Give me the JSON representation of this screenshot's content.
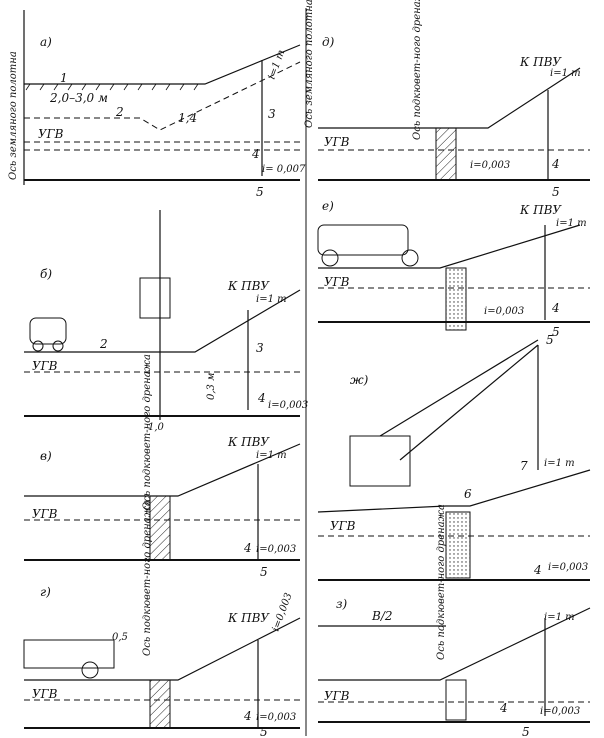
{
  "panels": {
    "a": {
      "label": "а)",
      "axis_label": "Ось земляного полотна",
      "depth": "2,0–3,0 м",
      "slope": "1,4",
      "gwl": "УГВ",
      "slope_ratio": "i=1 m",
      "gradient": "i= 0,007",
      "marks": [
        "1",
        "2",
        "3",
        "4",
        "5"
      ]
    },
    "b": {
      "label": "б)",
      "kpvu": "К ПВУ",
      "slope_ratio": "i=1 m",
      "gwl": "УГВ",
      "depth": "0,3 м",
      "gradient": "i=0,003",
      "bottom": "1,0",
      "marks": [
        "2",
        "3",
        "4"
      ]
    },
    "v": {
      "label": "в)",
      "axis_label": "Ось подкювет-ного дренажа",
      "kpvu": "К ПВУ",
      "slope_ratio": "i=1 m",
      "gwl": "УГВ",
      "gradient": "i=0,003",
      "marks": [
        "4",
        "5"
      ]
    },
    "g": {
      "label": "г)",
      "axis_label": "Ось подкювет-ного дренажа",
      "kpvu": "К ПВУ",
      "slope_ratio": "i=0,003",
      "gwl": "УГВ",
      "offset": "0,5",
      "gradient": "i=0,003",
      "marks": [
        "4",
        "5"
      ]
    },
    "d": {
      "label": "д)",
      "axis_label": "Ось земляного полотна",
      "axis_label2": "Ось подкювет-ного дренажа",
      "kpvu": "К ПВУ",
      "slope_ratio": "i=1 m",
      "gwl": "УГВ",
      "gradient": "i=0,003",
      "marks": [
        "4",
        "5"
      ]
    },
    "e": {
      "label": "е)",
      "kpvu": "К ПВУ",
      "slope_ratio": "i=1 m",
      "gwl": "УГВ",
      "gradient": "i=0,003",
      "marks": [
        "4",
        "5"
      ]
    },
    "zh": {
      "label": "ж)",
      "slope_ratio": "i=1 m",
      "gwl": "УГВ",
      "gradient": "i=0,003",
      "marks": [
        "4",
        "5",
        "6",
        "7"
      ]
    },
    "z": {
      "label": "з)",
      "axis_label": "Ось подкювет-ного дренажа",
      "half_width": "B/2",
      "slope_ratio": "i=1 m",
      "gwl": "УГВ",
      "gradient": "i=0,003",
      "marks": [
        "4",
        "5"
      ]
    }
  }
}
